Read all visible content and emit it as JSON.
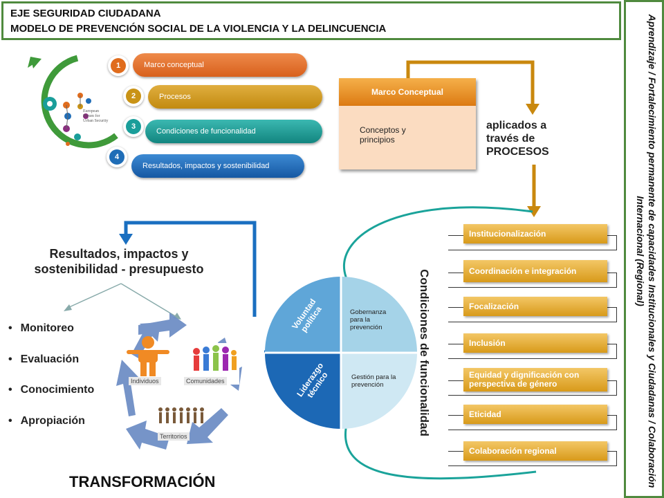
{
  "header": {
    "line1": "EJE SEGURIDAD CIUDADANA",
    "line2": "MODELO DE PREVENCIÓN SOCIAL DE LA VIOLENCIA Y LA DELINCUENCIA"
  },
  "side_text": "Aprendizaje / Fortalecimiento permanente de capacidades Institucionales y Ciudadanas / Colaboración Internacional (Regional)",
  "steps": [
    {
      "number": "1",
      "label": "Marco conceptual",
      "color": "#e06c1d"
    },
    {
      "number": "2",
      "label": "Procesos",
      "color": "#c99316"
    },
    {
      "number": "3",
      "label": "Condiciones de funcionalidad",
      "color": "#1a9e9a"
    },
    {
      "number": "4",
      "label": "Resultados, impactos y sostenibilidad",
      "color": "#1f6db7"
    }
  ],
  "marco": {
    "title": "Marco Conceptual",
    "body": "Conceptos  y principios"
  },
  "aplicados": "aplicados a través de PROCESOS",
  "resultados_title": "Resultados, impactos y sostenibilidad - presupuesto",
  "bullets": [
    "Monitoreo",
    "Evaluación",
    "Conocimiento",
    "Apropiación"
  ],
  "transformacion": "TRANSFORMACIÓN",
  "cycle_labels": {
    "individuos": "Individuos",
    "comunidades": "Comunidades",
    "territorios": "Territorios"
  },
  "quadrants": {
    "voluntad": "Voluntad política",
    "gobernanza": "Gobernanza para la prevención",
    "liderazgo": "Liderazgo técnico",
    "gestion": "Gestión para la prevención"
  },
  "condiciones_title": "Condiciones de funcionalidad",
  "conditions": [
    "Institucionalización",
    "Coordinación e integración",
    "Focalización",
    "Inclusión",
    "Equidad y dignificación con perspectiva de género",
    "Eticidad",
    "Colaboración regional"
  ],
  "logo_text": "European Forum for Urban Security",
  "colors": {
    "border_green": "#4f8a3e",
    "arrow_orange": "#c9880e",
    "arrow_blue": "#1a6fc0",
    "teal": "#1aa39a"
  }
}
